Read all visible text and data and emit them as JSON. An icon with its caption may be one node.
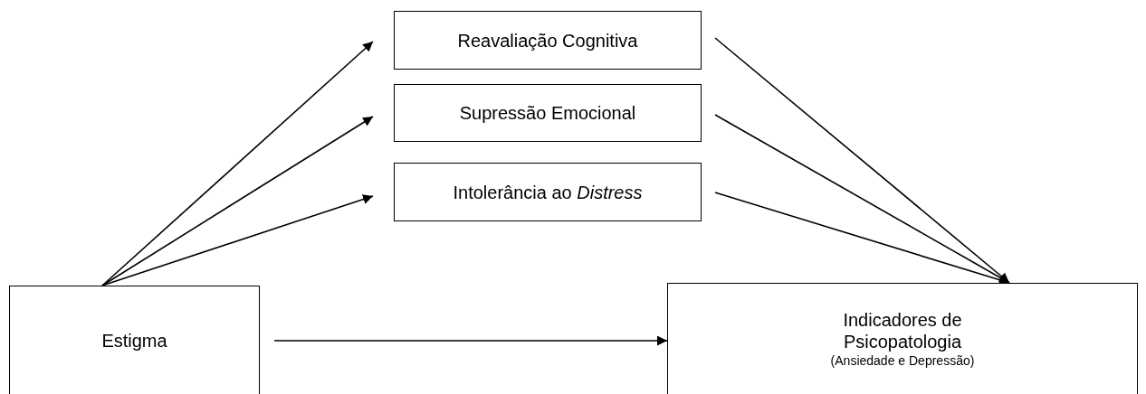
{
  "diagram": {
    "nodes": [
      {
        "text": [
          "Reavaliação Cognitiva"
        ]
      },
      {
        "text": [
          "Supressão Emocional"
        ]
      },
      {
        "text": [
          "Intolerância ao *Distress*"
        ]
      },
      {
        "text": [
          "Estigma"
        ]
      },
      {
        "text": [
          "Indicadores de Psicopatologia",
          "(Ansiedade e Depressão)"
        ]
      }
    ],
    "edges": [
      {
        "from": 3,
        "to": 0,
        "arrow": "to"
      },
      {
        "from": 3,
        "to": 1,
        "arrow": "to"
      },
      {
        "from": 3,
        "to": 2,
        "arrow": "to"
      },
      {
        "from": 0,
        "to": 4,
        "arrow": "to"
      },
      {
        "from": 1,
        "to": 4,
        "arrow": "to"
      },
      {
        "from": 2,
        "to": 4,
        "arrow": "to"
      },
      {
        "from": 3,
        "to": 4,
        "arrow": "to"
      }
    ]
  }
}
